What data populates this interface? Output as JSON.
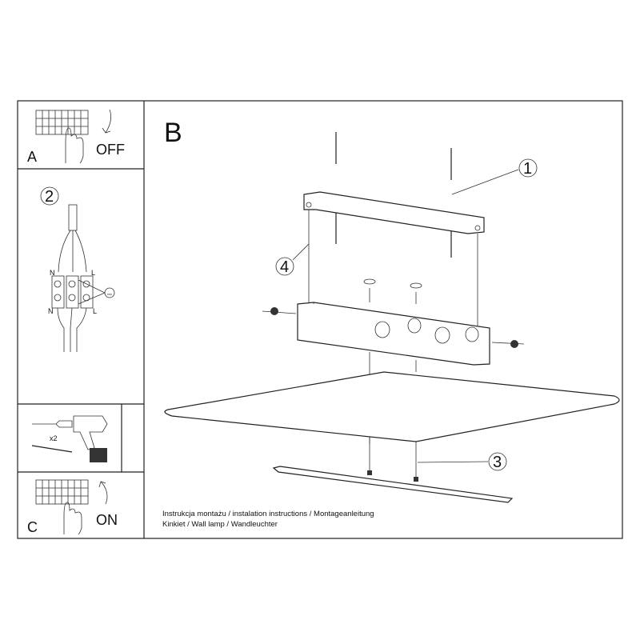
{
  "steps": {
    "a": {
      "letter": "A",
      "action": "OFF"
    },
    "b": {
      "letter": "B"
    },
    "c": {
      "letter": "C",
      "action": "ON"
    }
  },
  "wiring": {
    "step_number": "2",
    "terminal_labels": [
      "N",
      "L",
      "N",
      "L"
    ]
  },
  "drill": {
    "quantity": "x2"
  },
  "callouts": [
    "1",
    "2",
    "3",
    "4"
  ],
  "caption": {
    "line1": "Instrukcja montażu / instalation instructions / Montageanleitung",
    "line2": "Kinkiet / Wall lamp / Wandleuchter"
  }
}
